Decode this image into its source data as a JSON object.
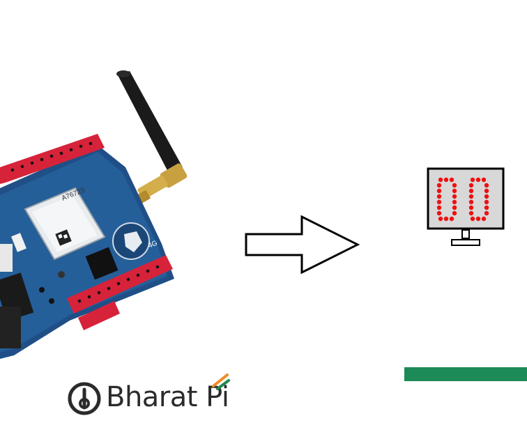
{
  "board": {
    "chip_label": "A7672S",
    "badge": "4G"
  },
  "logo": {
    "text": "Bharat Pi"
  },
  "display": {
    "digits": "00"
  },
  "colors": {
    "header_red": "#d6233a",
    "pcb_blue": "#1f4f86",
    "brass": "#c8a040",
    "logo_gray": "#2b2b2b",
    "flag_saffron": "#f08a24",
    "flag_green": "#1f8a4c",
    "led_red": "#ee1111",
    "screen_gray": "#d8d8d8",
    "bar_green": "#1e8a57"
  }
}
